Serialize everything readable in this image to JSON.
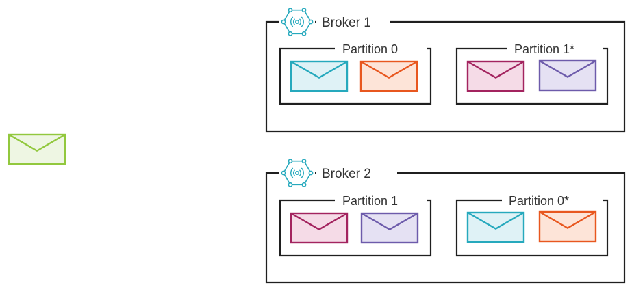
{
  "colors": {
    "cyan": {
      "stroke": "#26a9bd",
      "fill": "#dff2f6"
    },
    "orange": {
      "stroke": "#e8571f",
      "fill": "#fde4d8"
    },
    "magenta": {
      "stroke": "#a3245f",
      "fill": "#f5dbe7"
    },
    "purple": {
      "stroke": "#6d5bab",
      "fill": "#e5e1f3"
    },
    "green": {
      "stroke": "#92c83e",
      "fill": "#eef6e3"
    },
    "broker_icon": "#26a9bd"
  },
  "incoming_message": {
    "icon": "envelope-icon",
    "color": "green"
  },
  "brokers": [
    {
      "name": "Broker 1",
      "icon": "broker-hexagon-icon",
      "partitions": [
        {
          "label": "Partition 0",
          "messages": [
            "cyan",
            "orange"
          ]
        },
        {
          "label": "Partition 1*",
          "messages": [
            "magenta",
            "purple"
          ]
        }
      ]
    },
    {
      "name": "Broker 2",
      "icon": "broker-hexagon-icon",
      "partitions": [
        {
          "label": "Partition 1",
          "messages": [
            "magenta",
            "purple"
          ]
        },
        {
          "label": "Partition 0*",
          "messages": [
            "cyan",
            "orange"
          ]
        }
      ]
    }
  ]
}
